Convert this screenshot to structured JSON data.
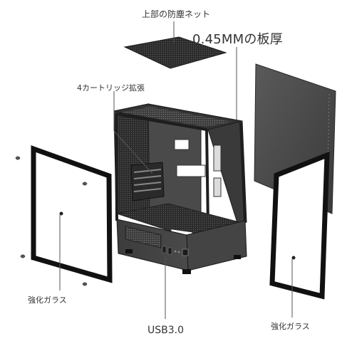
{
  "labels": {
    "dust_filter": "上部の防塵ネット",
    "panel_thickness": "0.45MMの板厚",
    "expansion_slots": "4カートリッジ拡張",
    "tempered_glass_left": "強化ガラス",
    "usb_port": "USB3.0",
    "tempered_glass_right": "強化ガラス"
  },
  "colors": {
    "case_body": "#3c3c3c",
    "case_dark": "#1e1e1e",
    "case_mid": "#555555",
    "frame_black": "#111111",
    "text": "#333333",
    "leader_line": "#555555"
  },
  "icons": {
    "usb_ports": "usb-port-icon",
    "power_button": "power-button-icon",
    "screws": "screw-icon"
  }
}
